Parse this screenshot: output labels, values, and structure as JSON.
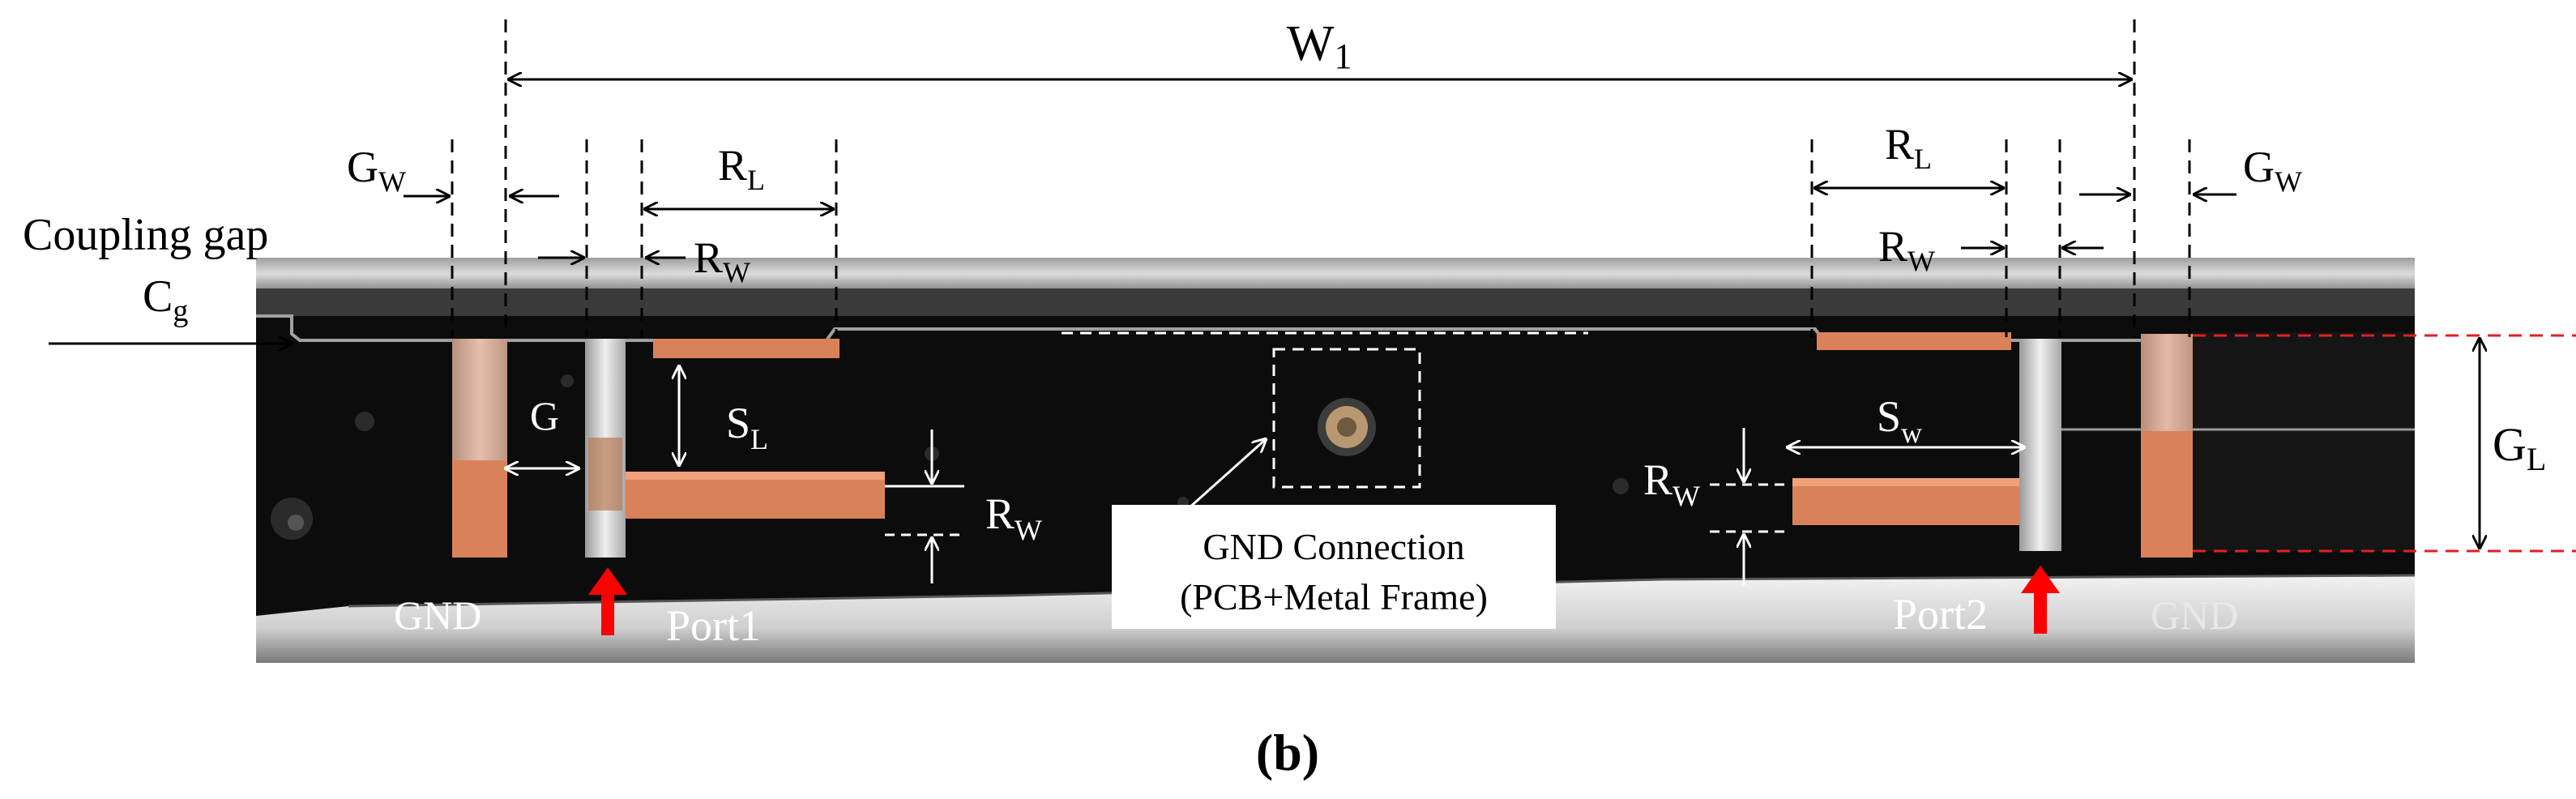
{
  "labels": {
    "w1_main": "W",
    "w1_sub": "1",
    "gw_main": "G",
    "gw_sub": "W",
    "rl_main": "R",
    "rl_sub": "L",
    "rw_main": "R",
    "rw_sub": "W",
    "coupling_gap": "Coupling gap",
    "cg_main": "C",
    "cg_sub": "g",
    "g_gap": "G",
    "sl_main": "S",
    "sl_sub": "L",
    "sw_main": "S",
    "sw_sub": "w",
    "gl_main": "G",
    "gl_sub": "L",
    "gnd_left": "GND",
    "gnd_right": "GND",
    "port1": "Port1",
    "port2": "Port2",
    "gnd_connection_line1": "GND Connection",
    "gnd_connection_line2": "(PCB+Metal Frame)",
    "caption": "(b)"
  },
  "colors": {
    "pcb": "#111111",
    "frame": "#c8c8c8",
    "copper": "#d9825a",
    "port_arrow": "#ff0000",
    "gl_dash": "#e02020"
  }
}
